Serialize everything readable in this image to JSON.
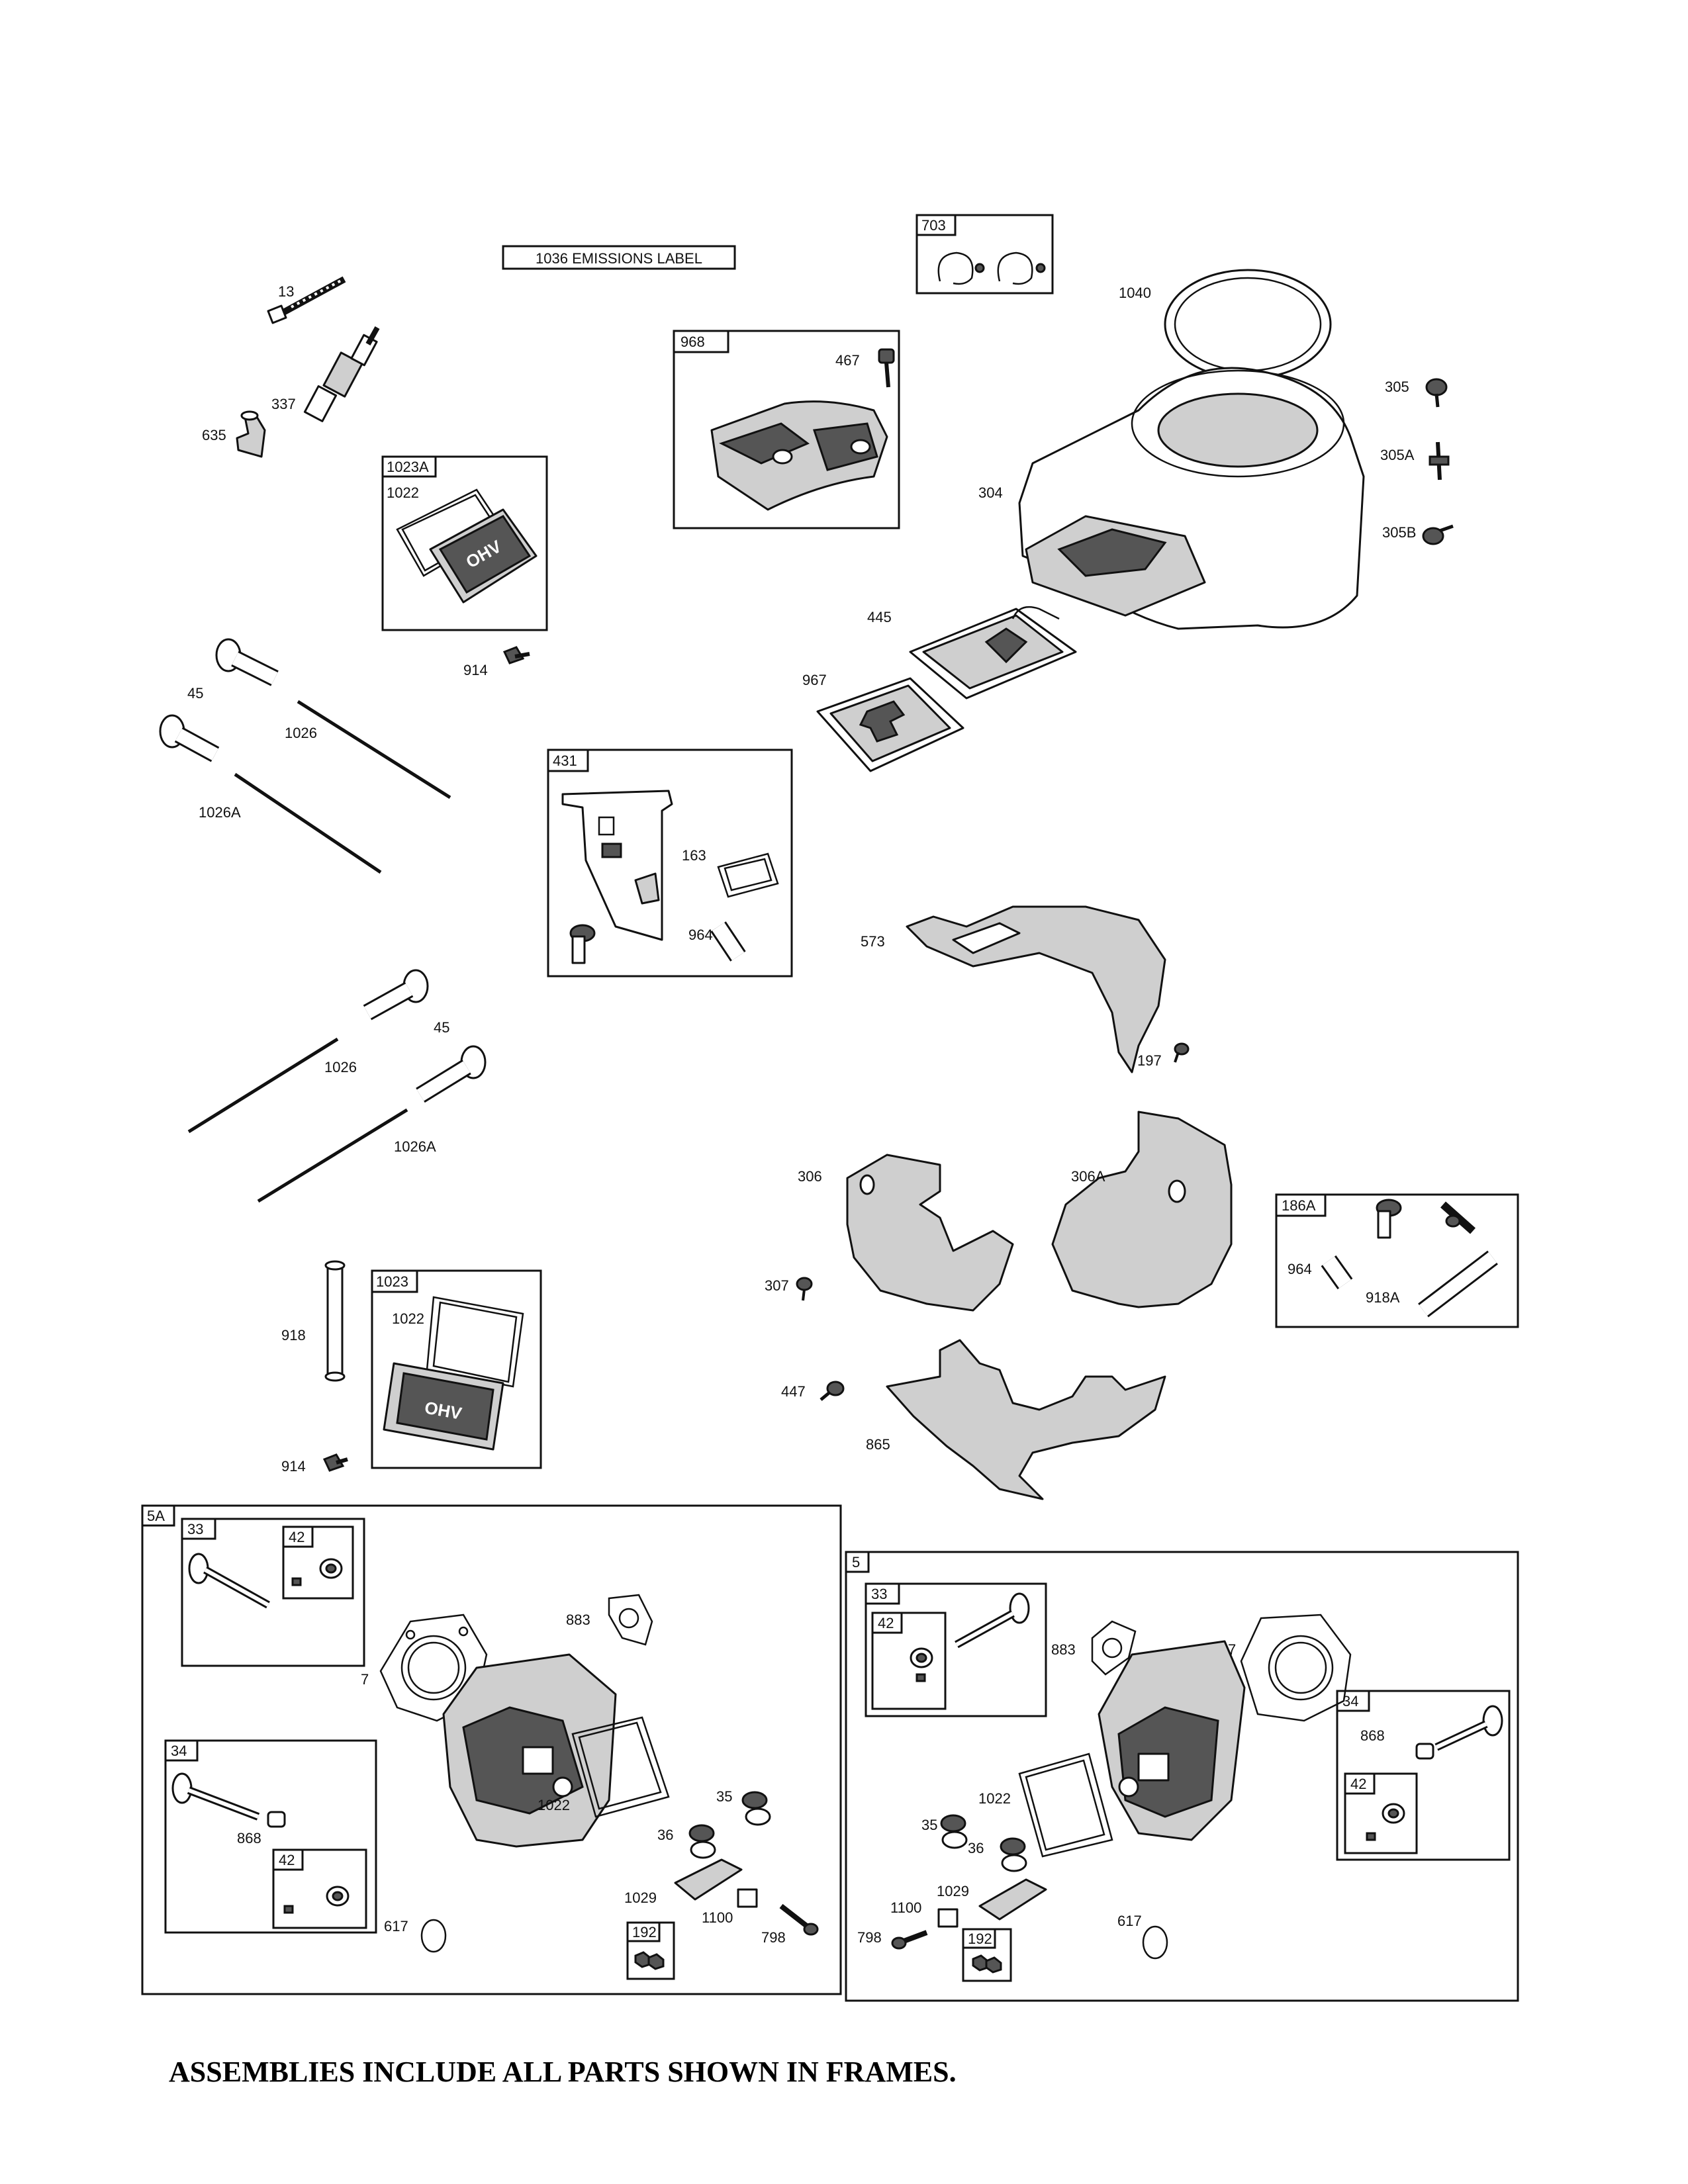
{
  "page": {
    "footer_note": "ASSEMBLIES INCLUDE ALL PARTS SHOWN IN FRAMES."
  },
  "labels": {
    "emissions": "1036 EMISSIONS LABEL",
    "p13": "13",
    "p337": "337",
    "p635": "635",
    "p1023A": "1023A",
    "p1022a": "1022",
    "p914a": "914",
    "p703": "703",
    "p968": "968",
    "p467": "467",
    "p1040": "1040",
    "p305": "305",
    "p305A": "305A",
    "p304": "304",
    "p305B": "305B",
    "p445": "445",
    "p967": "967",
    "p45a": "45",
    "p1026a": "1026",
    "p1026Aa": "1026A",
    "p431": "431",
    "p163": "163",
    "p964a": "964",
    "p573": "573",
    "p197": "197",
    "p1026b": "1026",
    "p45b": "45",
    "p1026Ab": "1026A",
    "p306": "306",
    "p306A": "306A",
    "p307": "307",
    "p186A": "186A",
    "p964b": "964",
    "p918A": "918A",
    "p918": "918",
    "p1023": "1023",
    "p1022b": "1022",
    "p914b": "914",
    "p447": "447",
    "p865": "865",
    "p5A": "5A",
    "p33a": "33",
    "p42a": "42",
    "p7a": "7",
    "p883a": "883",
    "p34a": "34",
    "p868a": "868",
    "p42b": "42",
    "p1022c": "1022",
    "p35a": "35",
    "p36a": "36",
    "p1029a": "1029",
    "p1100a": "1100",
    "p798a": "798",
    "p192a": "192",
    "p617a": "617",
    "p5": "5",
    "p33b": "33",
    "p42c": "42",
    "p883b": "883",
    "p7b": "7",
    "p34b": "34",
    "p868b": "868",
    "p42d": "42",
    "p1022d": "1022",
    "p35b": "35",
    "p36b": "36",
    "p1029b": "1029",
    "p1100b": "1100",
    "p798b": "798",
    "p192b": "192",
    "p617b": "617"
  },
  "stamps": {
    "ohv": "OHV"
  }
}
